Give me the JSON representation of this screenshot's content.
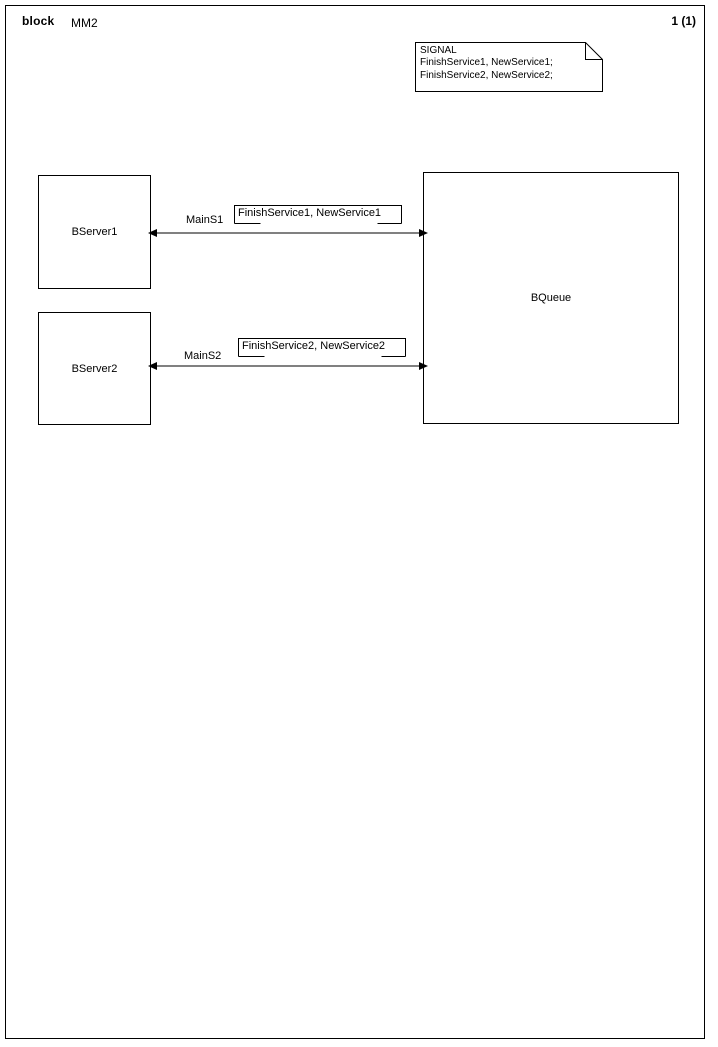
{
  "page": {
    "header": {
      "keyword": "block",
      "diagram_name": "MM2",
      "page_indicator": "1 (1)"
    },
    "frame_color": "#000000",
    "background": "#ffffff"
  },
  "signal_note": {
    "icon": "folded-corner-note-icon",
    "title": "SIGNAL",
    "lines": [
      "FinishService1, NewService1;",
      "FinishService2, NewService2;"
    ],
    "text": "SIGNAL\nFinishService1, NewService1;\nFinishService2, NewService2;"
  },
  "blocks": [
    {
      "id": "bserver1",
      "label": "BServer1"
    },
    {
      "id": "bserver2",
      "label": "BServer2"
    },
    {
      "id": "bqueue",
      "label": "BQueue"
    }
  ],
  "channels": [
    {
      "id": "mains1",
      "name": "MainS1",
      "from": "BServer1",
      "to": "BQueue",
      "bidirectional": true,
      "signal_list": "FinishService1, NewService1",
      "line_color": "#808080",
      "arrow_color": "#000000"
    },
    {
      "id": "mains2",
      "name": "MainS2",
      "from": "BServer2",
      "to": "BQueue",
      "bidirectional": true,
      "signal_list": "FinishService2, NewService2",
      "line_color": "#808080",
      "arrow_color": "#000000"
    }
  ]
}
